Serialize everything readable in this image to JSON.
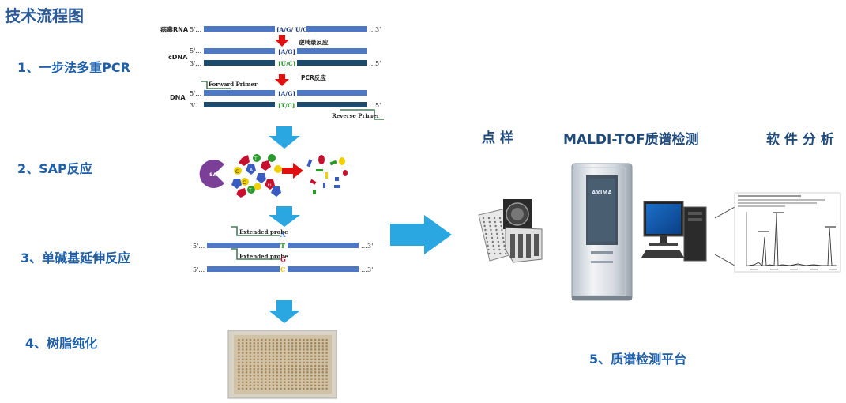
{
  "title": "技术流程图",
  "steps": [
    {
      "label": "1、一步法多重PCR"
    },
    {
      "label": "2、SAP反应"
    },
    {
      "label": "3、单碱基延伸反应"
    },
    {
      "label": "4、树脂纯化"
    }
  ],
  "pcr": {
    "row_labels": [
      "病毒RNA",
      "cDNA",
      "DNA"
    ],
    "five_prime": "5'…",
    "three_prime": "3'…",
    "end_three": "…3'",
    "end_five": "…5'",
    "site_rna": "[A/G/ U/C]",
    "site_ag": "[A/G]",
    "site_uc": "[U/C]",
    "site_tc": "[T/C]",
    "rt_label": "逆转录反应",
    "pcr_label": "PCR反应",
    "forward_primer": "Forward Primer",
    "reverse_primer": "Reverse Primer"
  },
  "sap": {
    "enzyme": "SAP",
    "nucleotides": [
      "A",
      "T",
      "C",
      "G"
    ]
  },
  "extension": {
    "probe_label": "Extended probe",
    "base_top": "A",
    "base_top_comp": "T",
    "base_bottom": "G",
    "base_bottom_comp": "C",
    "five_prime": "5'…",
    "three_prime": "…3'"
  },
  "right": {
    "spotting": "点 样",
    "maldi": "MALDI-TOF质谱检测",
    "software": "软 件 分 析",
    "platform": "5、质谱检测平台",
    "instrument_brand": "AXIMA"
  },
  "colors": {
    "blue_strand": "#4f78c4",
    "dark_strand": "#1e4a6b",
    "arrow_blue": "#2aa6e0",
    "arrow_red": "#e01010",
    "title_blue": "#2a5a97"
  }
}
